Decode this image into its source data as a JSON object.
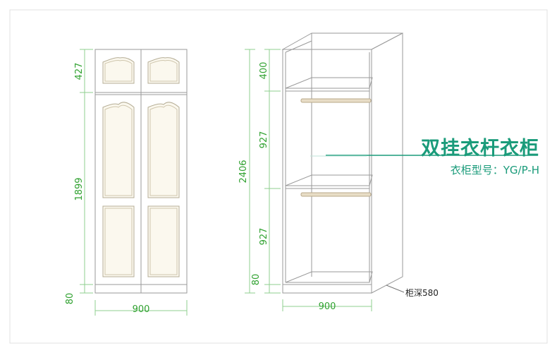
{
  "title": "双挂衣杆衣柜",
  "model_line": "衣柜型号：YG/P-H",
  "depth_label": "柜深580",
  "dimension_color": "#2fa12f",
  "accent_color": "#1a9b7a",
  "front_view": {
    "height_top": "427",
    "height_main": "1899",
    "height_base": "80",
    "width": "900"
  },
  "side_view": {
    "total_height": "2406",
    "section_top": "400",
    "section_middle": "927",
    "section_lower": "927",
    "base": "80",
    "width": "900"
  }
}
